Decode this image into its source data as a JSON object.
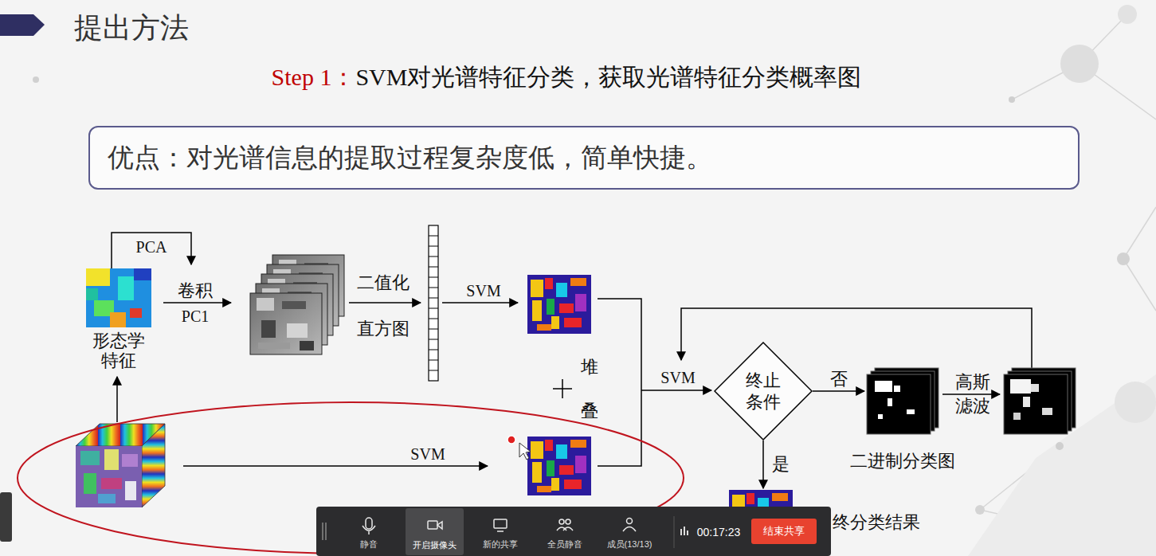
{
  "diagram": {
    "title": "提出方法",
    "nodes": [
      {
        "text": [
          "优点：对光谱信息的提取过程复杂度低，简单快捷。"
        ]
      },
      {
        "text": [
          "形态学 特征"
        ]
      },
      {
        "text": [
          "终止 条件"
        ]
      },
      {
        "text": [
          "二进制分类图"
        ]
      },
      {
        "text": [
          "终分类结果"
        ]
      },
      {
        "text": [
          "开启摄像头"
        ]
      },
      {
        "text": [
          "结束共享"
        ]
      }
    ],
    "edges": [
      {
        "from": 2,
        "to": 3,
        "label": "否",
        "arrow": "to"
      },
      {
        "from": 2,
        "to": 4,
        "label": "是",
        "arrow": "to"
      }
    ],
    "labels": [
      "Step 1：",
      "SVM对光谱特征分类，获取光谱特征分类概率图",
      "PCA",
      "卷积",
      "PC1",
      "二值化",
      "直方图",
      "SVM",
      "SVM",
      "SVM",
      "堆",
      "叠",
      "高斯",
      "滤波",
      "静音",
      "新的共享",
      "全员静音",
      "成员(13/13)",
      "00:17:23"
    ]
  }
}
